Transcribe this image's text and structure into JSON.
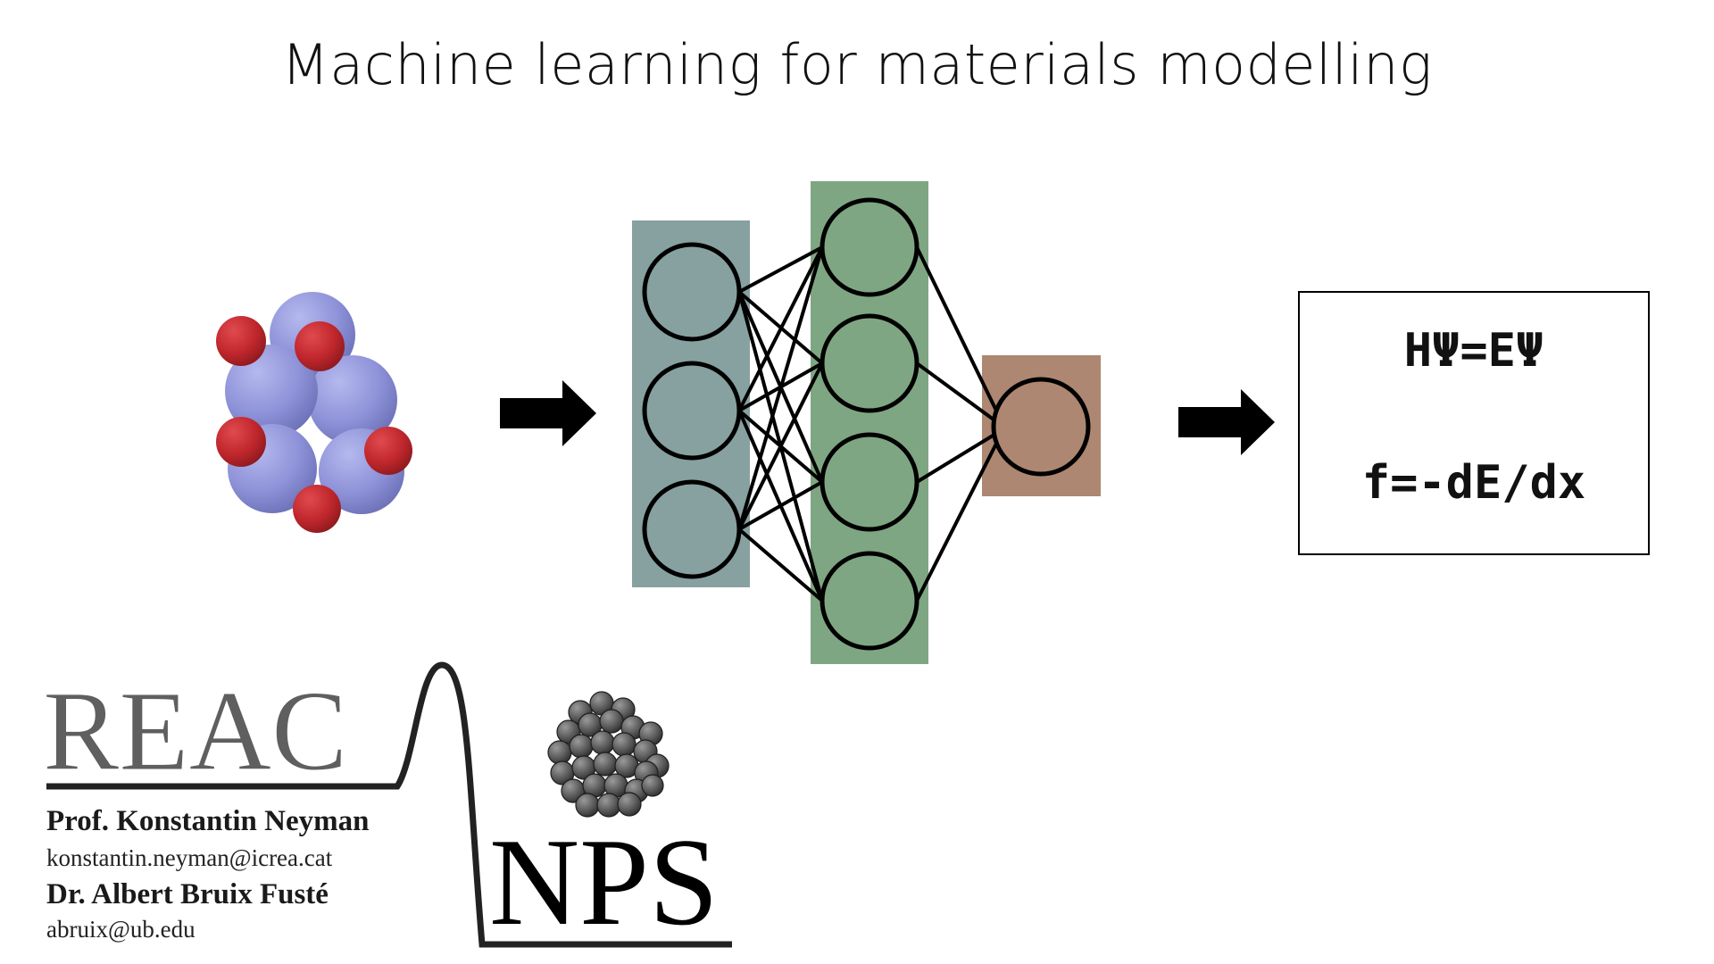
{
  "slide": {
    "title": "Machine learning for materials modelling"
  },
  "equations": {
    "schrodinger": "HΨ=EΨ",
    "force": "f=-dE/dx"
  },
  "network": {
    "layers": [
      {
        "role": "input",
        "neurons": 3,
        "color": "#86a1a0"
      },
      {
        "role": "hidden",
        "neurons": 4,
        "color": "#7fa682"
      },
      {
        "role": "output",
        "neurons": 1,
        "color": "#ad8771"
      }
    ]
  },
  "logo": {
    "word_top": "REAC",
    "word_bottom": "NPS",
    "person1_name": "Prof. Konstantin Neyman",
    "person1_email": "konstantin.neyman@icrea.cat",
    "person2_name": "Dr. Albert Bruix Fusté",
    "person2_email": "abruix@ub.edu"
  },
  "colors": {
    "atom_blue": "#8b8fd6",
    "atom_red": "#c0272d",
    "nanoparticle_grey": "#555555"
  }
}
